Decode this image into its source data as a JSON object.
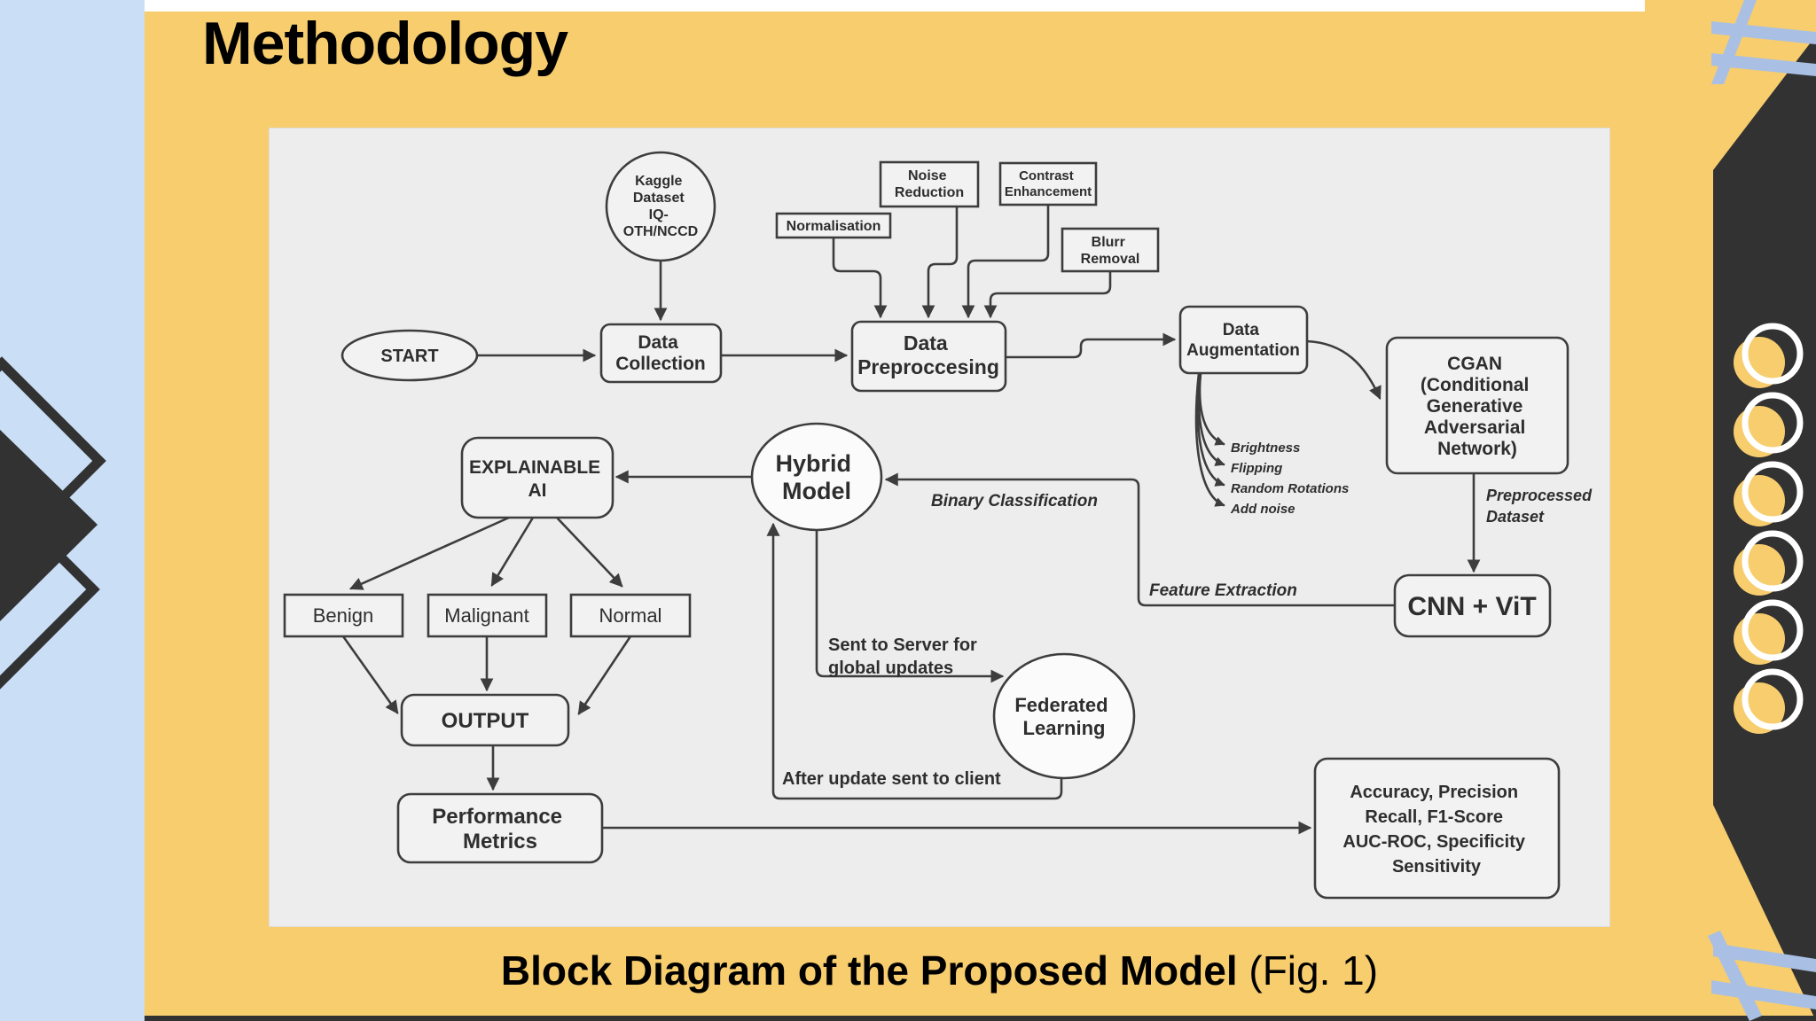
{
  "colors": {
    "yellow": "#f7cd6e",
    "blue-col": "#cadef6",
    "periwinkle": "#a9c0e4",
    "dark": "#323232",
    "panel": "#ededed",
    "node-fill": "#f2f2f2",
    "circle-fill": "#fbfbfb",
    "stroke": "#3d3d3d",
    "text": "#2e2e2e",
    "white": "#ffffff"
  },
  "slide": {
    "title": "Methodology",
    "caption_bold": "Block Diagram of the Proposed Model",
    "caption_tail": " (Fig. 1)"
  },
  "diagram": {
    "nodes": {
      "start": {
        "label": "START"
      },
      "kaggle": {
        "lines": [
          "Kaggle",
          "Dataset",
          "IQ-",
          "OTH/NCCD"
        ]
      },
      "data_collection": {
        "lines": [
          "Data",
          "Collection"
        ]
      },
      "normalisation": {
        "label": "Normalisation"
      },
      "noise_reduction": {
        "lines": [
          "Noise",
          "Reduction"
        ]
      },
      "contrast_enhancement": {
        "lines": [
          "Contrast",
          "Enhancement"
        ]
      },
      "blurr_removal": {
        "lines": [
          "Blurr",
          "Removal"
        ]
      },
      "data_preprocessing": {
        "lines": [
          "Data",
          "Preproccesing"
        ]
      },
      "data_augmentation": {
        "lines": [
          "Data",
          "Augmentation"
        ]
      },
      "cgan": {
        "lines": [
          "CGAN",
          "(Conditional",
          "Generative",
          "Adversarial",
          "Network)"
        ]
      },
      "cnn_vit": {
        "label": "CNN + ViT"
      },
      "hybrid_model": {
        "lines": [
          "Hybrid",
          "Model"
        ]
      },
      "explainable_ai": {
        "lines": [
          "EXPLAINABLE",
          "AI"
        ]
      },
      "benign": {
        "label": "Benign"
      },
      "malignant": {
        "label": "Malignant"
      },
      "normal": {
        "label": "Normal"
      },
      "output": {
        "label": "OUTPUT"
      },
      "performance_metrics": {
        "lines": [
          "Performance",
          "Metrics"
        ]
      },
      "federated_learning": {
        "lines": [
          "Federated",
          "Learning"
        ]
      },
      "evaluation_metrics": {
        "lines": [
          "Accuracy, Precision",
          "Recall, F1-Score",
          "AUC-ROC, Specificity",
          "Sensitivity"
        ]
      }
    },
    "labels": {
      "augmentations": [
        "Brightness",
        "Flipping",
        "Random Rotations",
        "Add noise"
      ],
      "preprocessed_dataset": [
        "Preprocessed",
        "Dataset"
      ],
      "feature_extraction": "Feature Extraction",
      "binary_classification": "Binary Classification",
      "sent_to_server": [
        "Sent to Server for",
        "global updates"
      ],
      "after_update": "After update sent to client"
    }
  }
}
